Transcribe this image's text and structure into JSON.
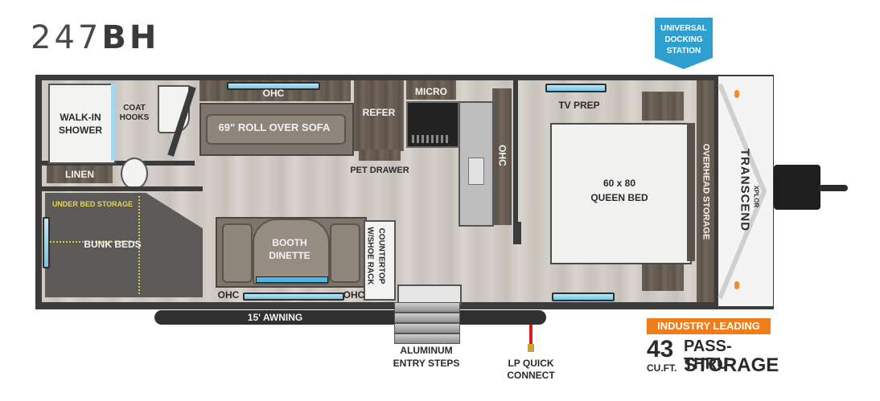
{
  "model": {
    "prefix": "247",
    "suffix": "BH"
  },
  "docking_station": {
    "line1": "UNIVERSAL",
    "line2": "DOCKING",
    "line3": "STATION"
  },
  "labels": {
    "ohc_top": "OHC",
    "coat_hooks_1": "COAT",
    "coat_hooks_2": "HOOKS",
    "walk_in_shower_1": "WALK-IN",
    "walk_in_shower_2": "SHOWER",
    "linen": "LINEN",
    "sofa": "69\" ROLL OVER SOFA",
    "refer": "REFER",
    "micro": "MICRO",
    "pet_drawer": "PET DRAWER",
    "ohc_right": "OHC",
    "tv_prep": "TV PREP",
    "queen_bed_1": "60 x 80",
    "queen_bed_2": "QUEEN BED",
    "overhead_storage": "OVERHEAD STORAGE",
    "under_bed_storage": "UNDER BED STORAGE",
    "bunk_beds": "BUNK BEDS",
    "booth_dinette_1": "BOOTH",
    "booth_dinette_2": "DINETTE",
    "counter_1": "COUNTERTOP",
    "counter_2": "W/SHOE RACK",
    "ohc_bottom_left": "OHC",
    "ohc_bottom_right": "OHC",
    "awning": "15' AWNING",
    "entry_steps_1": "ALUMINUM",
    "entry_steps_2": "ENTRY STEPS",
    "lp_1": "LP QUICK",
    "lp_2": "CONNECT",
    "brand": "TRANSCEND",
    "brand_sub": "XPLOR"
  },
  "storage_badge": {
    "banner": "INDUSTRY LEADING",
    "number": "43",
    "unit": "CU.FT.",
    "line1": "PASS-THRU",
    "line2": "STORAGE"
  },
  "colors": {
    "accent_orange": "#f07d1a",
    "dock_blue": "#2f9fd0",
    "ohc_light": "#6fc8ea",
    "lp_red": "#d62020"
  }
}
